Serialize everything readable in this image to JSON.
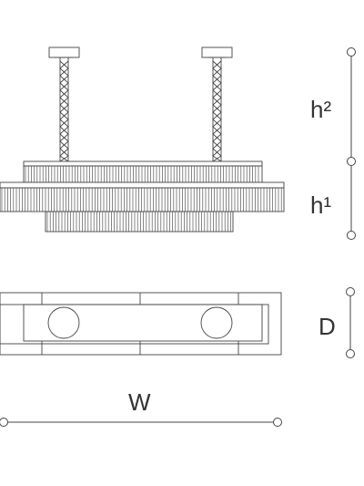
{
  "dimensions": {
    "h2": "h²",
    "h1": "h¹",
    "d": "D",
    "w": "W"
  },
  "colors": {
    "line": "#444444",
    "fringe": "#555555",
    "white": "#ffffff"
  },
  "drawing": {
    "front_view": "chandelier-front-elevation",
    "top_view": "chandelier-top-plan"
  }
}
